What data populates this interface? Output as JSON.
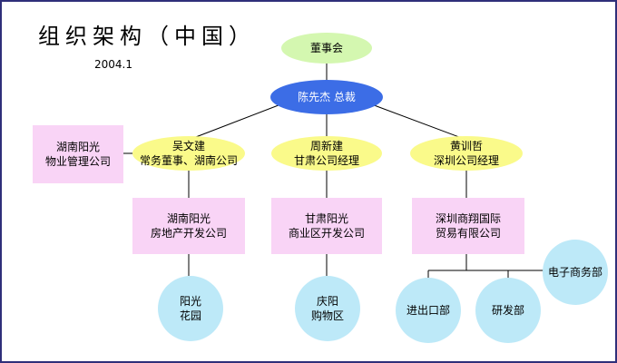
{
  "header": {
    "title": "组织架构（中国）",
    "date": "2004.1"
  },
  "org": {
    "board": "董事会",
    "ceo": "陈先杰  总裁",
    "property_mgmt": [
      "湖南阳光",
      "物业管理公司"
    ],
    "managers": [
      [
        "吴文建",
        "常务董事、湖南公司"
      ],
      [
        "周新建",
        "甘肃公司经理"
      ],
      [
        "黄训哲",
        "深圳公司经理"
      ]
    ],
    "companies": [
      [
        "湖南阳光",
        "房地产开发公司"
      ],
      [
        "甘肃阳光",
        "商业区开发公司"
      ],
      [
        "深圳商翔国际",
        "贸易有限公司"
      ]
    ],
    "projects": [
      [
        "阳光",
        "花园"
      ],
      [
        "庆阳",
        "购物区"
      ]
    ],
    "departments": [
      "进出口部",
      "研发部",
      "电子商务部"
    ]
  },
  "colors": {
    "board": "#d4f7b0",
    "ceo": "#3c6de6",
    "manager": "#fafa8a",
    "company": "#f9d4f6",
    "unit": "#bde9f8",
    "frame": "#2f2f7a"
  }
}
